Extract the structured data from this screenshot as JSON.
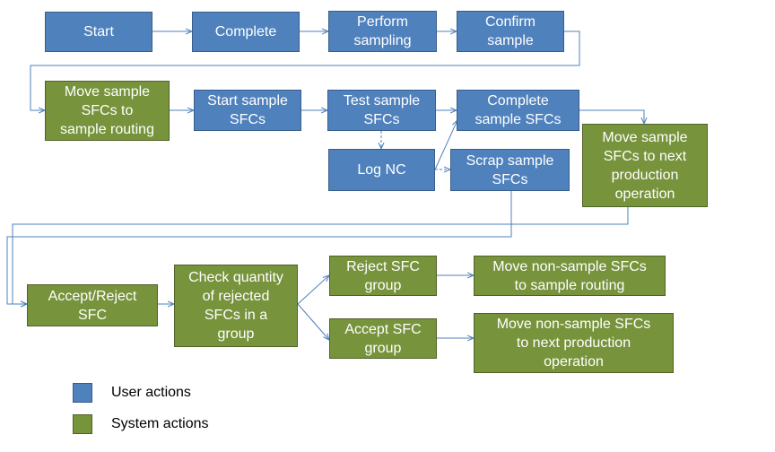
{
  "nodes": {
    "start": "Start",
    "complete": "Complete",
    "perform_sampling": "Perform\nsampling",
    "confirm_sample": "Confirm\nsample",
    "move_sample_routing": "Move sample\nSFCs to\nsample routing",
    "start_sample_sfcs": "Start sample\nSFCs",
    "test_sample_sfcs": "Test sample\nSFCs",
    "complete_sample_sfcs": "Complete\nsample SFCs",
    "move_sample_next_op": "Move sample\nSFCs to  next\nproduction\noperation",
    "log_nc": "Log NC",
    "scrap_sample_sfcs": "Scrap sample\nSFCs",
    "accept_reject_sfc": "Accept/Reject\nSFC",
    "check_quantity": "Check quantity\nof rejected\nSFCs in a\ngroup",
    "reject_sfc_group": "Reject SFC\ngroup",
    "accept_sfc_group": "Accept SFC\ngroup",
    "move_nonsample_routing": "Move non-sample SFCs\nto sample routing",
    "move_nonsample_next_op": "Move non-sample SFCs\nto next production\noperation"
  },
  "legend": {
    "user": "User actions",
    "system": "System actions"
  },
  "colors": {
    "user_fill": "#4f81bd",
    "system_fill": "#77933c",
    "connector": "#4f81bd"
  }
}
